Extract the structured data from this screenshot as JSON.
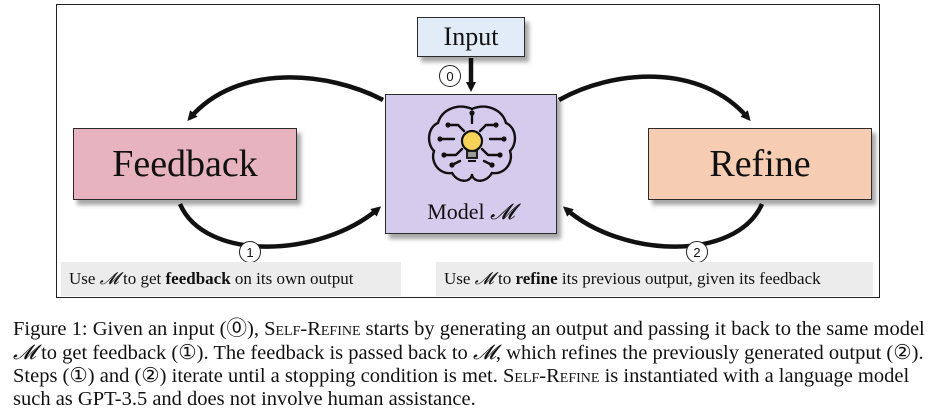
{
  "diagram": {
    "input_label": "Input",
    "feedback_label": "Feedback",
    "refine_label": "Refine",
    "model_label_prefix": "Model",
    "model_symbol": "𝓜",
    "step_labels": [
      "0",
      "1",
      "2"
    ],
    "left_caption": {
      "before": "Use",
      "symbol": "𝓜",
      "middle": "to get",
      "bold": "feedback",
      "after": "on its own output"
    },
    "right_caption": {
      "before": "Use",
      "symbol": "𝓜",
      "middle": "to",
      "bold": "refine",
      "after": "its previous output, given its feedback"
    },
    "icon": "brain-circuit-lightbulb-icon",
    "colors": {
      "input": "#e2ecf8",
      "feedback": "#e7b3be",
      "refine": "#f6cdb3",
      "model": "#d5cbec"
    }
  },
  "figure_caption": {
    "line1_a": "Figure 1: Given an input (",
    "step0": "⓪",
    "line1_b": "), ",
    "self_refine": "Self-Refine",
    "line1_c": " starts by generating an output and passing it back to the same model ",
    "symbol": "𝓜",
    "line2_a": " to get feedback (",
    "step1": "①",
    "line2_b": "). The feedback is passed back to ",
    "line2_c": ", which refines the previously generated output (",
    "step2": "②",
    "line3_a": "). Steps (",
    "line3_b": ") and (",
    "line3_c": ") iterate until a stopping condition is met. ",
    "line3_d": " is instantiated with a language model such as GPT-3.5 and does not involve human assistance."
  }
}
